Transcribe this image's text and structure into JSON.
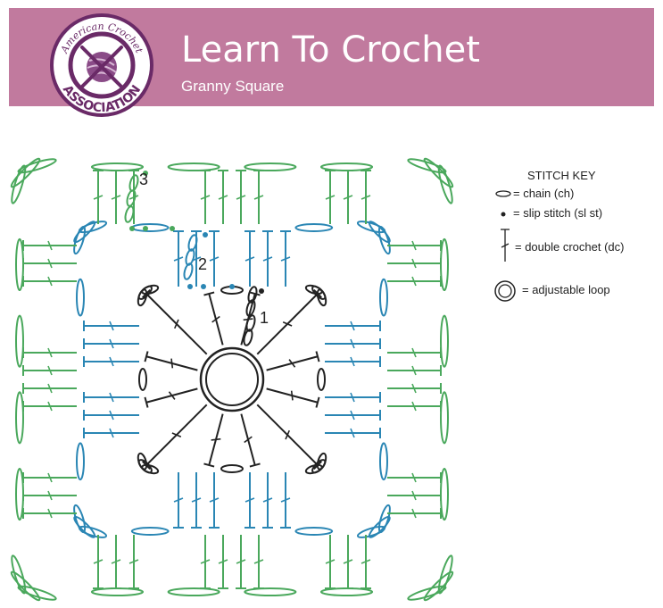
{
  "header": {
    "title": "Learn To Crochet",
    "subtitle": "Granny Square",
    "logo_top_text": "American Crochet",
    "logo_bottom_text": "ASSOCIATION",
    "logo_icon": "yarn-ball-icon"
  },
  "diagram": {
    "round_labels": [
      "1",
      "2",
      "3"
    ],
    "colors": {
      "round1": "#222222",
      "round2": "#2a86b4",
      "round3": "#4aa85c",
      "banner": "#c17a9e",
      "logo": "#6a2a67"
    }
  },
  "stitch_key": {
    "title": "STITCH KEY",
    "items": [
      {
        "symbol": "chain-oval-icon",
        "label": "= chain (ch)"
      },
      {
        "symbol": "slip-stitch-dot-icon",
        "label": "= slip stitch (sl st)"
      },
      {
        "symbol": "double-crochet-icon",
        "label": "= double crochet (dc)"
      },
      {
        "symbol": "adjustable-loop-icon",
        "label": "= adjustable loop"
      }
    ]
  }
}
